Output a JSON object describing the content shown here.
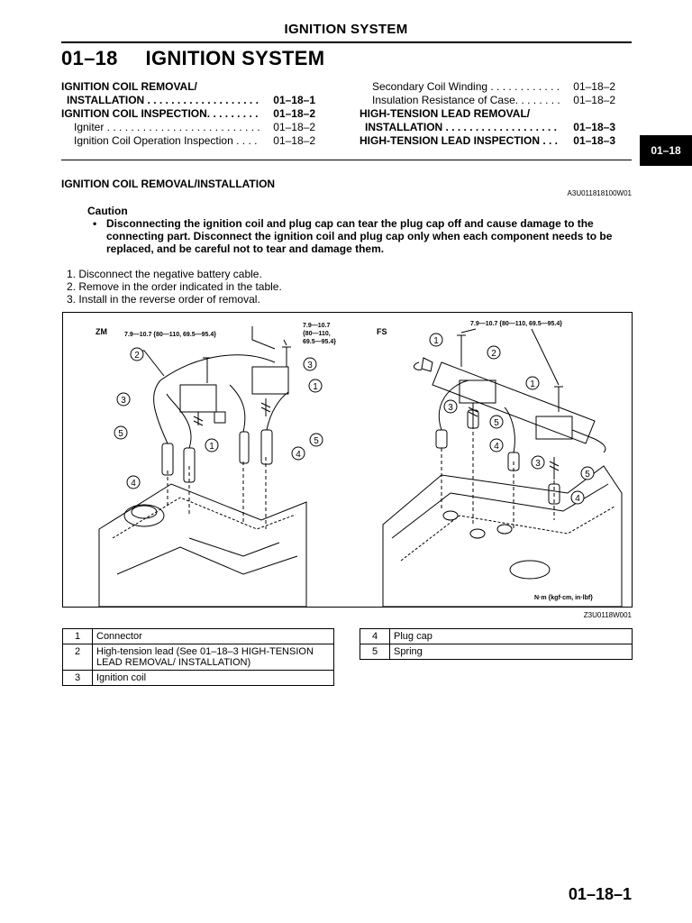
{
  "header": {
    "title": "IGNITION SYSTEM"
  },
  "section": {
    "number": "01–18",
    "title": "IGNITION SYSTEM"
  },
  "toc_left": [
    {
      "label": "IGNITION COIL REMOVAL/",
      "page": ""
    },
    {
      "label": "INSTALLATION . . . . . . . . . . . . . . . . . . .",
      "page": "01–18–1"
    },
    {
      "label": "IGNITION COIL INSPECTION. . . . . . . . .",
      "page": "01–18–2"
    },
    {
      "label": "Igniter . . . . . . . . . . . . . . . . . . . . . . . . . .",
      "page": "01–18–2"
    },
    {
      "label": "Ignition Coil Operation Inspection . . . .",
      "page": "01–18–2"
    }
  ],
  "toc_right": [
    {
      "label": "Secondary Coil Winding . . . . . . . . . . . .",
      "page": "01–18–2"
    },
    {
      "label": "Insulation Resistance of Case. . . . . . . .",
      "page": "01–18–2"
    },
    {
      "label": "HIGH-TENSION LEAD REMOVAL/",
      "page": ""
    },
    {
      "label": "INSTALLATION . . . . . . . . . . . . . . . . . . .",
      "page": "01–18–3"
    },
    {
      "label": "HIGH-TENSION LEAD INSPECTION . . .",
      "page": "01–18–3"
    }
  ],
  "side_tab": "01–18",
  "subsection": {
    "heading": "IGNITION COIL REMOVAL/INSTALLATION",
    "code": "A3U011818100W01"
  },
  "caution": {
    "label": "Caution",
    "bullet": "•",
    "text": "Disconnecting the ignition coil and plug cap can tear the plug cap off and cause damage to the connecting part. Disconnect the ignition coil and plug cap only when each component needs to be replaced, and be careful not to tear and damage them."
  },
  "steps": [
    "1. Disconnect the negative battery cable.",
    "2. Remove in the order indicated in the table.",
    "3. Install in the reverse order of removal."
  ],
  "figure": {
    "zm_label": "ZM",
    "fs_label": "FS",
    "torque_zm_a": "7.9—10.7 {80—110, 69.5—95.4}",
    "torque_zm_b1": "7.9—10.7",
    "torque_zm_b2": "{80—110,",
    "torque_zm_b3": "69.5—95.4}",
    "torque_fs": "7.9—10.7 {80—110, 69.5—95.4}",
    "units": "N·m {kgf·cm, in·lbf}",
    "callouts": [
      "1",
      "2",
      "3",
      "4",
      "5"
    ],
    "code": "Z3U0118W001"
  },
  "table_left": [
    {
      "num": "1",
      "desc": "Connector"
    },
    {
      "num": "2",
      "desc": "High-tension lead (See 01–18–3 HIGH-TENSION LEAD REMOVAL/ INSTALLATION)"
    },
    {
      "num": "3",
      "desc": "Ignition coil"
    }
  ],
  "table_right": [
    {
      "num": "4",
      "desc": "Plug cap"
    },
    {
      "num": "5",
      "desc": "Spring"
    }
  ],
  "page_number": "01–18–1"
}
